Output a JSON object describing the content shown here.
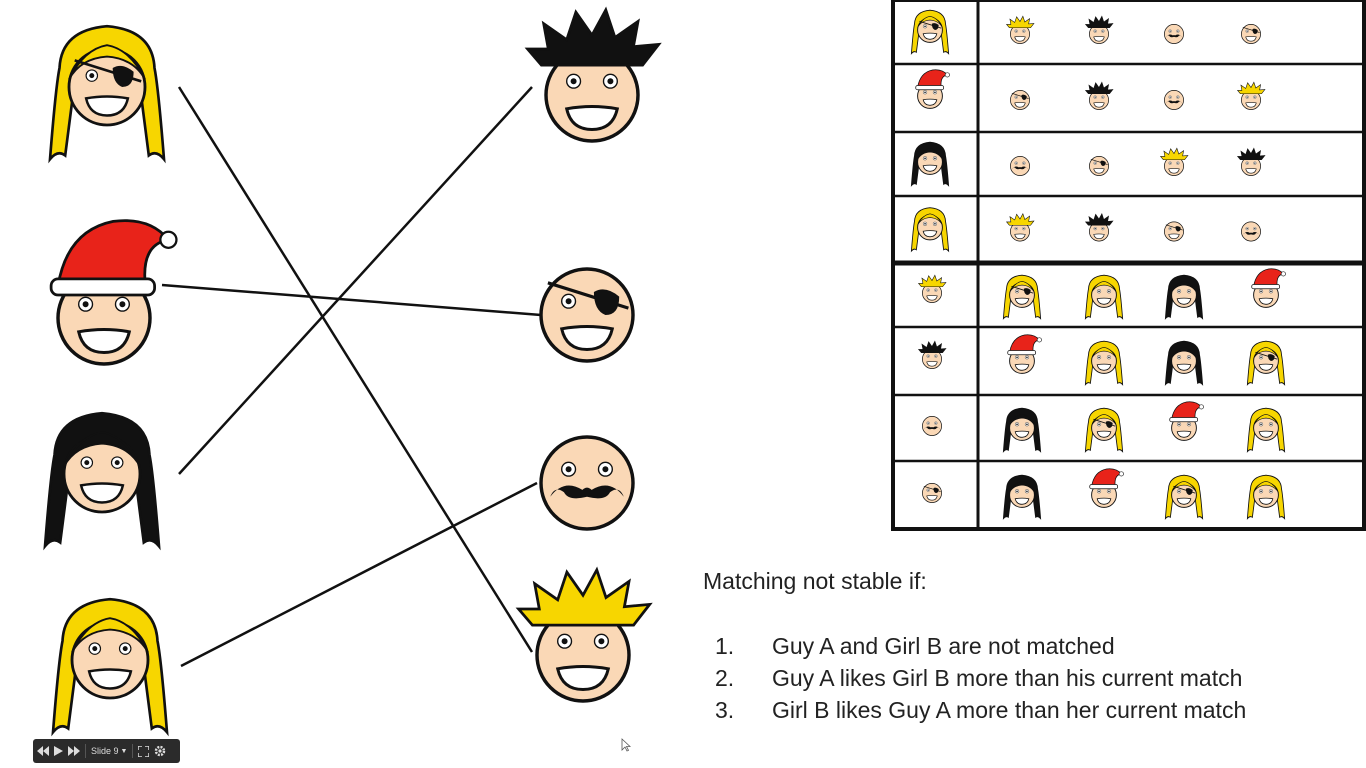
{
  "diagram": {
    "face_icons": {
      "girls": [
        "blonde-eyepatch-girl-icon",
        "santa-hat-girl-icon",
        "black-hair-girl-icon",
        "blonde-girl-icon"
      ],
      "guys": [
        "spiky-black-hair-guy-icon",
        "eyepatch-guy-icon",
        "mustache-guy-icon",
        "spiky-blonde-hair-guy-icon"
      ]
    },
    "matching_pairs": [
      [
        0,
        3
      ],
      [
        1,
        1
      ],
      [
        2,
        0
      ],
      [
        3,
        2
      ]
    ]
  },
  "preferences": {
    "girls": [
      {
        "person": "blonde_eyepatch",
        "ranking": [
          "blonde_spiky",
          "black_spiky",
          "mustache",
          "eyepatch"
        ]
      },
      {
        "person": "santa",
        "ranking": [
          "eyepatch",
          "black_spiky",
          "mustache",
          "blonde_spiky"
        ]
      },
      {
        "person": "black_hair",
        "ranking": [
          "mustache",
          "eyepatch",
          "blonde_spiky",
          "black_spiky"
        ]
      },
      {
        "person": "blonde",
        "ranking": [
          "blonde_spiky",
          "black_spiky",
          "eyepatch",
          "mustache"
        ]
      }
    ],
    "guys": [
      {
        "person": "blonde_spiky",
        "ranking": [
          "blonde_eyepatch",
          "blonde",
          "black_hair",
          "santa"
        ]
      },
      {
        "person": "black_spiky",
        "ranking": [
          "santa",
          "blonde",
          "black_hair",
          "blonde_eyepatch"
        ]
      },
      {
        "person": "mustache",
        "ranking": [
          "black_hair",
          "blonde_eyepatch",
          "santa",
          "blonde"
        ]
      },
      {
        "person": "eyepatch",
        "ranking": [
          "black_hair",
          "santa",
          "blonde_eyepatch",
          "blonde"
        ]
      }
    ]
  },
  "text": {
    "heading": "Matching not stable if:",
    "conditions": [
      {
        "num": "1.",
        "text": "Guy A and Girl B are not matched"
      },
      {
        "num": "2.",
        "text": "Guy A likes Girl B more than his current match"
      },
      {
        "num": "3.",
        "text": "Girl B likes Guy A more than her current match"
      }
    ]
  },
  "player": {
    "slide_label": "Slide 9",
    "icons": [
      "prev-icon",
      "play-icon",
      "next-icon",
      "fullscreen-icon",
      "settings-icon"
    ]
  },
  "colors": {
    "skin": "#fad8b6",
    "blonde": "#f7d600",
    "black_hair": "#111111",
    "hat_red": "#e8231a",
    "outline": "#111111"
  }
}
